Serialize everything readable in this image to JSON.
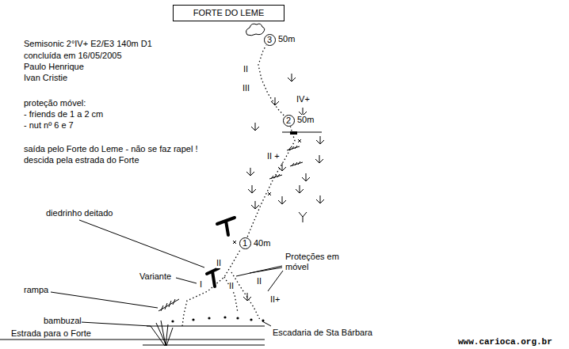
{
  "diagram": {
    "title": "FORTE DO LEME",
    "nodes": [
      {
        "text": [
          "3"
        ]
      },
      {
        "text": [
          "2"
        ]
      },
      {
        "text": [
          "1"
        ]
      }
    ],
    "edges": [
      {
        "from": 2,
        "to": 1,
        "arrow": "none"
      },
      {
        "from": 1,
        "to": 0,
        "arrow": "none"
      }
    ],
    "labels": [
      "Semisonic 2°IV+ E2/E3 140m D1",
      "concluída em 16/05/2005",
      "Paulo Henrique",
      "Ivan Cristie",
      "50m",
      "II",
      "III",
      "IV+",
      "proteção móvel:",
      "- friends de 1 a 2 cm",
      "- nut nº 6 e 7",
      "50m",
      "saída pelo Forte do Leme - não se faz rapel !",
      "descida pela estrada do Forte",
      "II +",
      "diedrinho deitado",
      "40m",
      "Proteções em móvel",
      "II",
      "Variante",
      "I",
      "II",
      "II",
      "rampa",
      "II+",
      "bambuzal",
      "Estrada para o Forte",
      "Escadaria de Sta Bárbara",
      "www.carioca.org.br"
    ]
  }
}
